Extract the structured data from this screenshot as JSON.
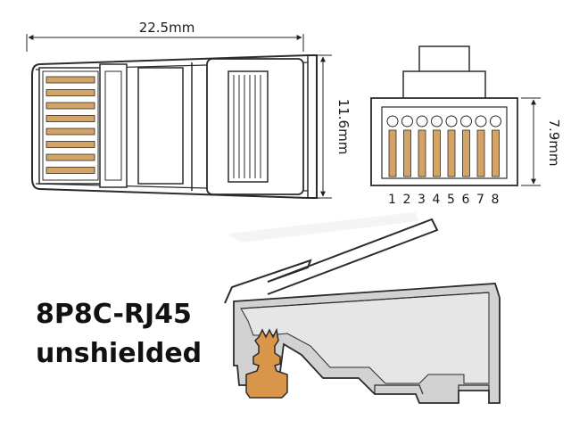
{
  "dimensions": {
    "length": "22.5mm",
    "height": "11.6mm",
    "contact_height": "7.9mm"
  },
  "pin_numbers": [
    "1",
    "2",
    "3",
    "4",
    "5",
    "6",
    "7",
    "8"
  ],
  "caption": {
    "line1": "8P8C-RJ45",
    "line2": "unshielded"
  },
  "colors": {
    "contact": "#d4a366",
    "contact_profile": "#d9964a",
    "outline": "#2b2b2b",
    "housing_gray": "#cfcfcf"
  }
}
